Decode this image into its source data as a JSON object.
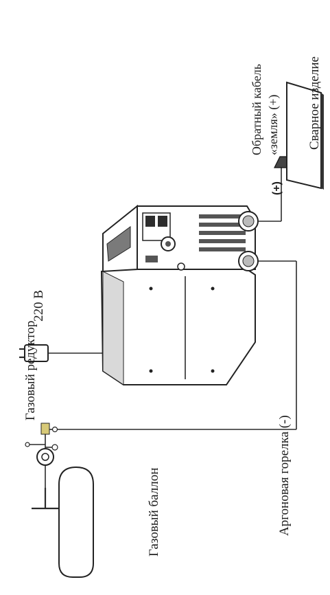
{
  "labels": {
    "gas_reducer": "Газовый редуктор",
    "gas_cylinder": "Газовый баллон",
    "voltage": "220 В",
    "argon_torch": "Аргоновая горелка (-)",
    "return_cable_line1": "Обратный кабель",
    "return_cable_line2": "«земля» (+)",
    "workpiece": "Сварное изделие",
    "plus_terminal": "(+)"
  },
  "icons": {
    "cylinder": "gas-cylinder-icon",
    "reducer": "gas-reducer-icon",
    "plug": "power-plug-icon",
    "welder": "welding-machine-icon",
    "clamp": "ground-clamp-icon",
    "workpiece": "workpiece-plate-icon"
  },
  "colors": {
    "ink": "#1d1d1d",
    "background": "#ffffff"
  }
}
